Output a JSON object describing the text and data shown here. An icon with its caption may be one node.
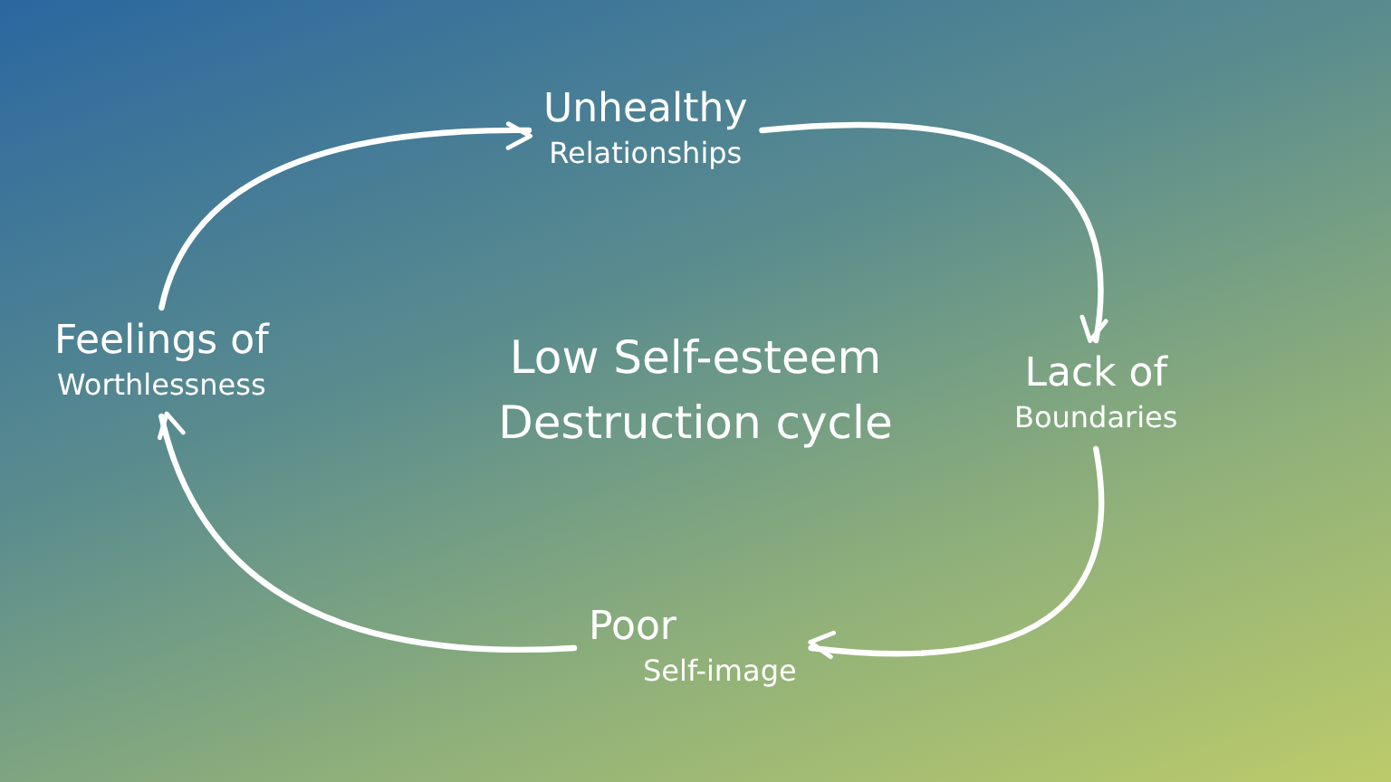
{
  "diagram": {
    "title": "Low Self-esteem Destruction cycle",
    "nodes": [
      {
        "text": [
          "Unhealthy",
          "Relationships"
        ]
      },
      {
        "text": [
          "Feelings of",
          "Worthlessness"
        ]
      },
      {
        "text": [
          "Lack of",
          "Boundaries"
        ]
      },
      {
        "text": [
          "Poor",
          "Self-image"
        ]
      }
    ],
    "edges": [
      {
        "from": 1,
        "to": 0,
        "arrow": "to"
      },
      {
        "from": 0,
        "to": 2,
        "arrow": "to"
      },
      {
        "from": 2,
        "to": 3,
        "arrow": "to"
      },
      {
        "from": 3,
        "to": 1,
        "arrow": "to"
      }
    ]
  }
}
